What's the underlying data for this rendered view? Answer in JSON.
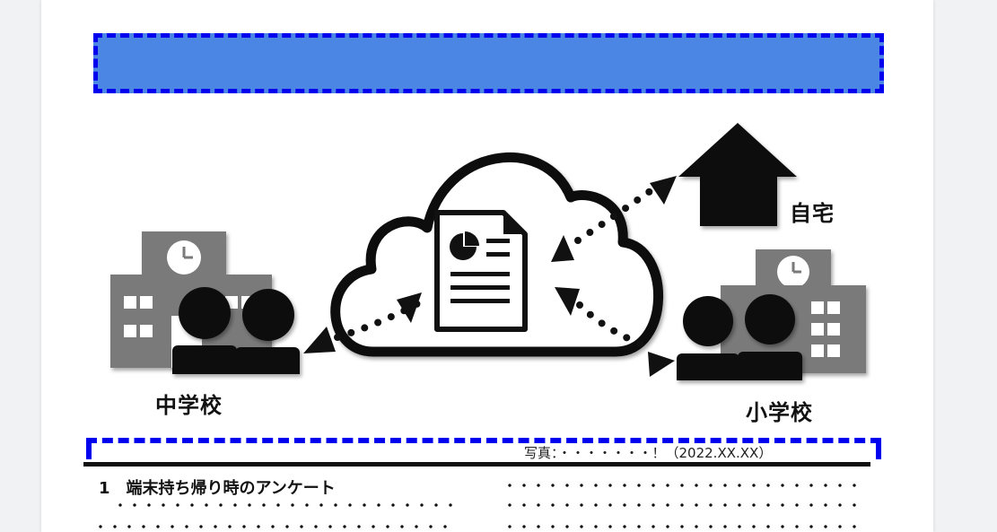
{
  "title_bar": {
    "color": "#4b86e4",
    "border_color": "#0000ee"
  },
  "illustration": {
    "nodes": {
      "junior_high": {
        "label": "中学校",
        "icons": [
          "school-building-icon",
          "students-icon"
        ]
      },
      "home": {
        "label": "自宅",
        "icons": [
          "house-icon"
        ]
      },
      "elementary": {
        "label": "小学校",
        "icons": [
          "school-building-icon",
          "students-icon"
        ]
      },
      "cloud": {
        "icons": [
          "cloud-icon",
          "document-chart-icon"
        ]
      }
    }
  },
  "photo_caption": "写真：・・・・・・・！（2022.XX.XX）",
  "section": {
    "heading": "1　端末持ち帰り時のアンケート"
  },
  "colors": {
    "accent_blue": "#0000ee",
    "ink": "#111111",
    "gray_building": "#7a7a7a"
  }
}
